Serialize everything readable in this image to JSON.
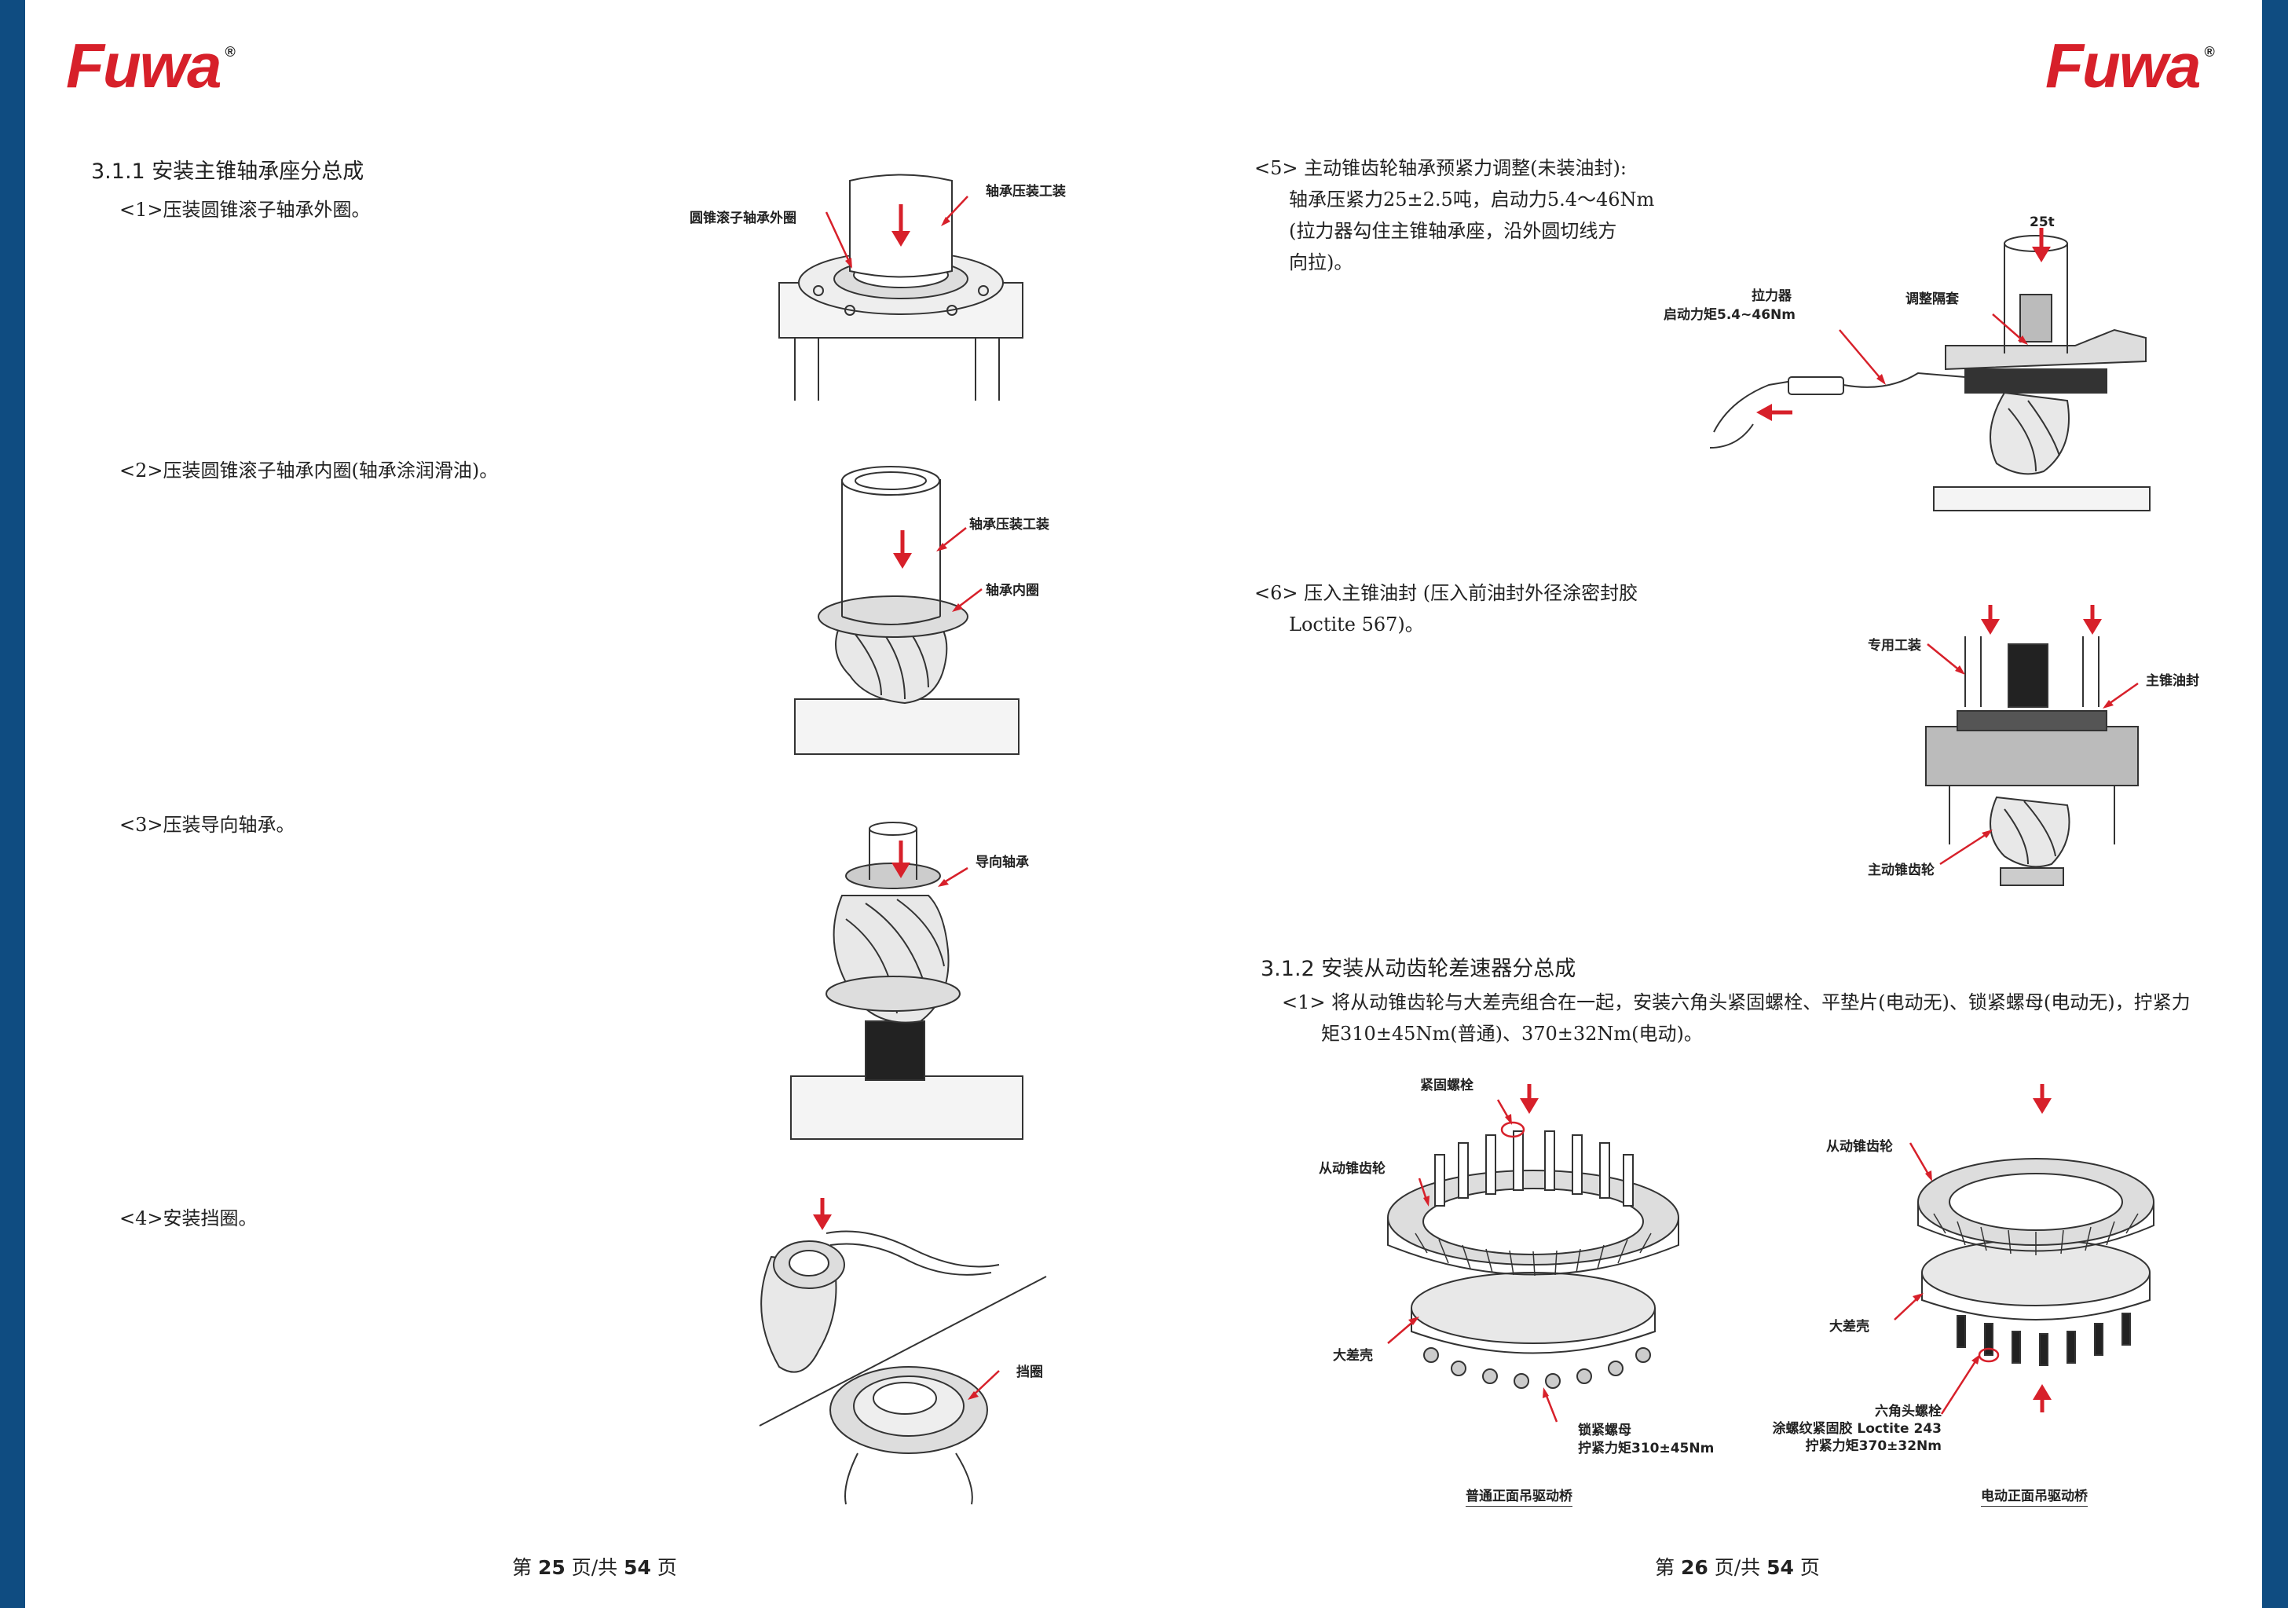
{
  "brand": {
    "logo_text": "Fuwa",
    "registered_mark": "®"
  },
  "left_page": {
    "section_title": "3.1.1 安装主锥轴承座分总成",
    "steps": [
      {
        "text": "<1>压装圆锥滚子轴承外圈。",
        "callouts": [
          "轴承压装工装",
          "圆锥滚子轴承外圈"
        ]
      },
      {
        "text": "<2>压装圆锥滚子轴承内圈(轴承涂润滑油)。",
        "callouts": [
          "轴承压装工装",
          "轴承内圈"
        ]
      },
      {
        "text": "<3>压装导向轴承。",
        "callouts": [
          "导向轴承"
        ]
      },
      {
        "text": "<4>安装挡圈。",
        "callouts": [
          "挡圈"
        ]
      }
    ],
    "footer": {
      "prefix": "第",
      "page": "25",
      "middle": "页/共",
      "total": "54",
      "suffix": "页"
    }
  },
  "right_page": {
    "step5": {
      "lines": [
        "<5> 主动锥齿轮轴承预紧力调整(未装油封):",
        "轴承压紧力25±2.5吨，启动力5.4～46Nm",
        "(拉力器勾住主锥轴承座，沿外圆切线方",
        "向拉)。"
      ],
      "callouts": {
        "load": "25t",
        "puller": "拉力器",
        "torque": "启动力矩5.4~46Nm",
        "spacer": "调整隔套"
      }
    },
    "step6": {
      "lines": [
        "<6> 压入主锥油封 (压入前油封外径涂密封胶",
        "Loctite 567)。"
      ],
      "callouts": {
        "tool": "专用工装",
        "seal": "主锥油封",
        "pinion": "主动锥齿轮"
      }
    },
    "section_title": "3.1.2 安装从动齿轮差速器分总成",
    "step1": {
      "lines": [
        "<1> 将从动锥齿轮与大差壳组合在一起，安装六角头紧固螺栓、平垫片(电动无)、锁紧螺母(电动无)，拧紧力",
        "矩310±45Nm(普通)、370±32Nm(电动)。"
      ],
      "left_fig": {
        "callouts": {
          "bolt": "紧固螺栓",
          "gear": "从动锥齿轮",
          "case": "大差壳",
          "nut": "锁紧螺母",
          "nut_torque": "拧紧力矩310±45Nm"
        },
        "caption": "普通正面吊驱动桥"
      },
      "right_fig": {
        "callouts": {
          "gear": "从动锥齿轮",
          "case": "大差壳",
          "bolt": "六角头螺栓",
          "glue": "涂螺纹紧固胶 Loctite 243",
          "torque": "拧紧力矩370±32Nm"
        },
        "caption": "电动正面吊驱动桥"
      }
    },
    "footer": {
      "prefix": "第",
      "page": "26",
      "middle": "页/共",
      "total": "54",
      "suffix": "页"
    }
  },
  "colors": {
    "frame": "#0f4c81",
    "brand_red": "#d7202a",
    "arrow_red": "#d7202a"
  }
}
